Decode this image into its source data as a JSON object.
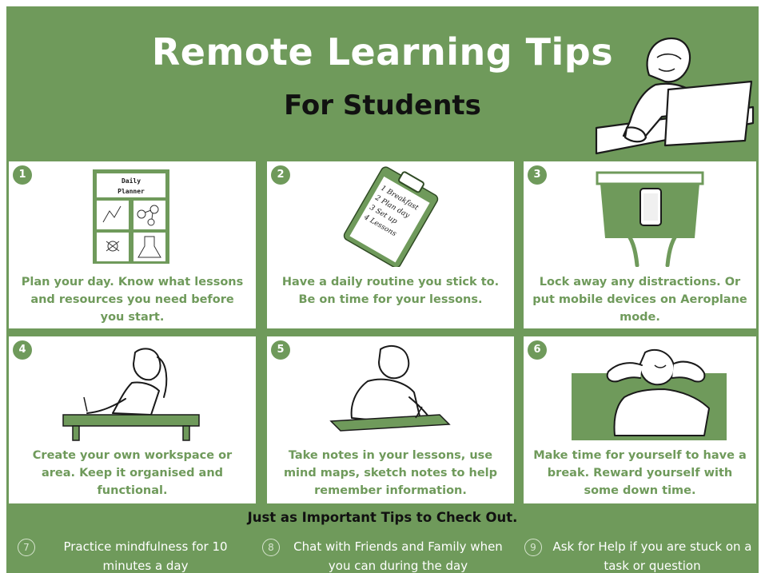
{
  "header": {
    "title": "Remote Learning Tips",
    "subtitle": "For Students"
  },
  "tips": [
    {
      "number": "1",
      "text": "Plan your day. Know what lessons and resources you need before you start.",
      "planner_lines": [
        "Daily",
        "Planner"
      ]
    },
    {
      "number": "2",
      "text": "Have a daily routine you stick to. Be on time for your lessons.",
      "clipboard_lines": [
        "1 Breakfast",
        "2 Plan day",
        "3 Set up",
        "4 Lessons"
      ]
    },
    {
      "number": "3",
      "text": "Lock away any distractions. Or put mobile devices on Aeroplane mode."
    },
    {
      "number": "4",
      "text": "Create your own workspace or area. Keep it organised and functional."
    },
    {
      "number": "5",
      "text": "Take notes in your lessons, use mind maps, sketch notes to help remember information."
    },
    {
      "number": "6",
      "text": "Make time for yourself to have a break. Reward yourself with some down time."
    }
  ],
  "extras": {
    "title": "Just as Important Tips to Check Out.",
    "items": [
      {
        "number": "7",
        "text": "Practice mindfulness for 10 minutes a day"
      },
      {
        "number": "8",
        "text": "Chat with Friends and Family when you can during the day"
      },
      {
        "number": "9",
        "text": "Ask for Help if you are stuck on a task or question"
      }
    ]
  },
  "colors": {
    "accent": "#6f9a5b",
    "text_dark": "#111111",
    "background": "#ffffff"
  }
}
